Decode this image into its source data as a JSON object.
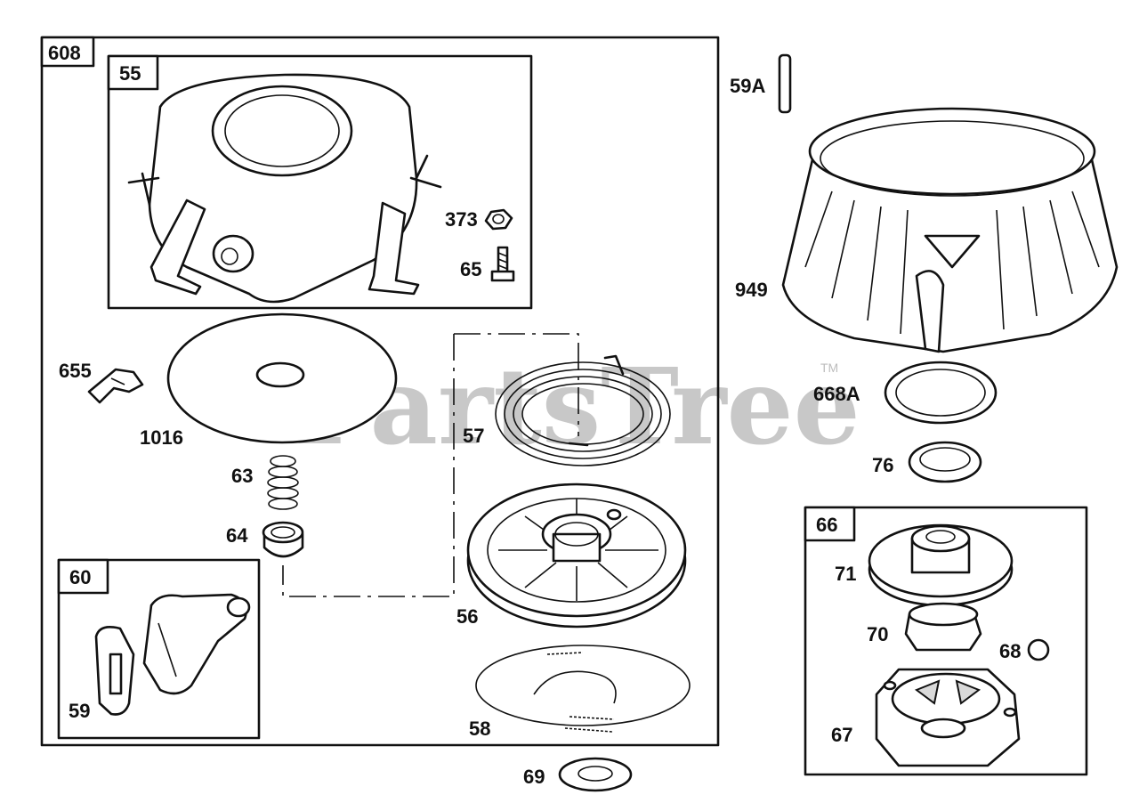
{
  "watermark": {
    "text": "PartsTree",
    "trademark": "TM"
  },
  "assemblies": {
    "main": "608",
    "cover": "55",
    "handle": "60",
    "clutch": "66"
  },
  "parts": {
    "p59a": "59A",
    "p373": "373",
    "p65": "65",
    "p949": "949",
    "p655": "655",
    "p1016": "1016",
    "p57": "57",
    "p668a": "668A",
    "p63": "63",
    "p76": "76",
    "p64": "64",
    "p71": "71",
    "p56": "56",
    "p70": "70",
    "p68": "68",
    "p59": "59",
    "p58": "58",
    "p67": "67",
    "p69": "69"
  }
}
